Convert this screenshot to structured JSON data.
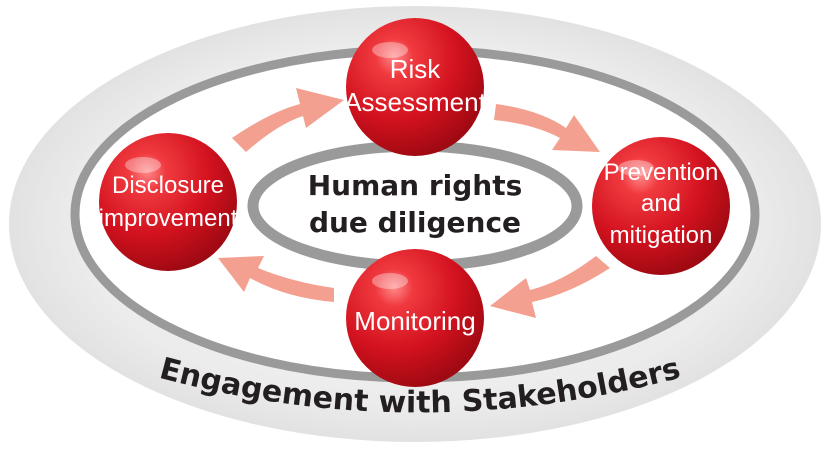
{
  "diagram": {
    "center": {
      "line1": "Human rights",
      "line2": "due diligence"
    },
    "nodes": {
      "risk": {
        "line1": "Risk",
        "line2": "Assessment"
      },
      "prevention": {
        "line1": "Prevention",
        "line2": "and",
        "line3": "mitigation"
      },
      "monitoring": {
        "line1": "Monitoring"
      },
      "disclosure": {
        "line1": "Disclosure",
        "line2": "improvement"
      }
    },
    "outer_label": "Engagement with Stakeholders",
    "colors": {
      "node_red": "#d3121f",
      "node_dark": "#a30a14",
      "arrow": "#f4a090",
      "ring_gray": "#9a9a9a",
      "outer_fill": "#e8e8e8"
    }
  }
}
